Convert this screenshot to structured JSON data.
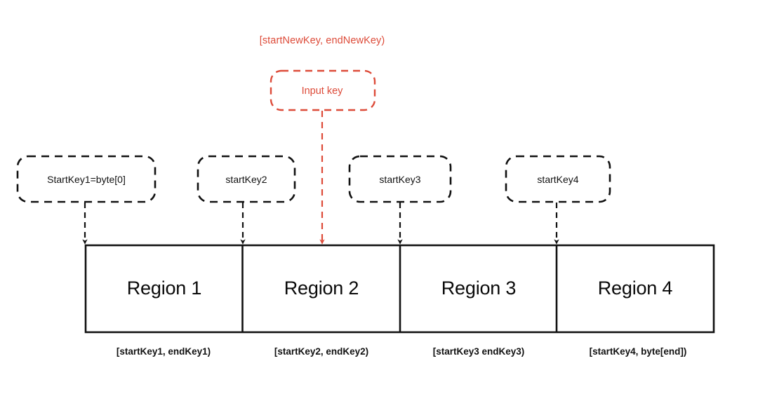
{
  "colors": {
    "accent_red": "#dd4b39",
    "line_black": "#111111",
    "background": "#ffffff"
  },
  "header": {
    "new_key_range": "[startNewKey, endNewKey)"
  },
  "input_key_box": {
    "label": "Input key"
  },
  "start_keys": [
    {
      "label": "StartKey1=byte[0]"
    },
    {
      "label": "startKey2"
    },
    {
      "label": "startKey3"
    },
    {
      "label": "startKey4"
    }
  ],
  "regions": [
    {
      "name": "Region 1",
      "range": "[startKey1, endKey1)"
    },
    {
      "name": "Region 2",
      "range": "[startKey2, endKey2)"
    },
    {
      "name": "Region 3",
      "range": "[startKey3 endKey3)"
    },
    {
      "name": "Region 4",
      "range": "[startKey4, byte[end])"
    }
  ]
}
